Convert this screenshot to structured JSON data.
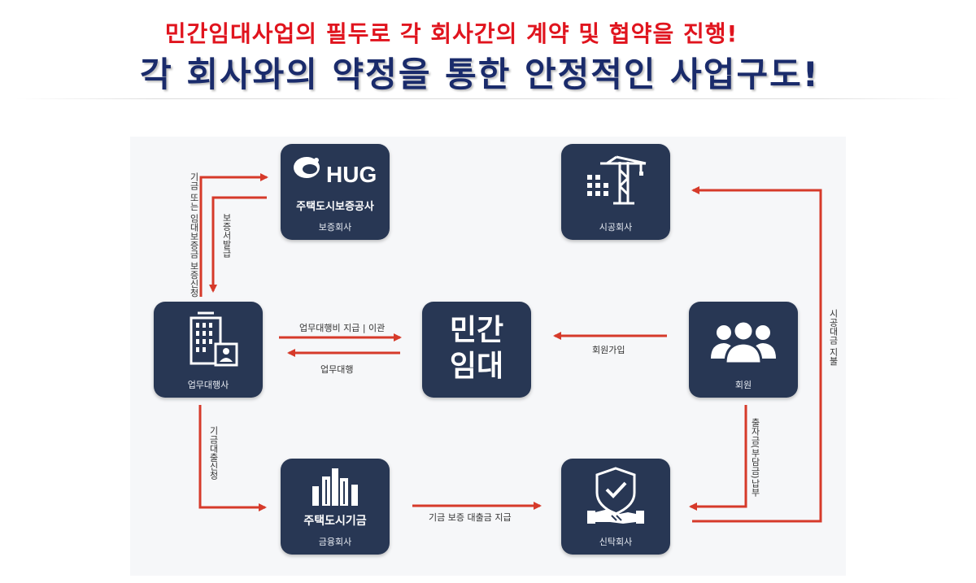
{
  "header": {
    "line1": "민간임대사업의 필두로 각 회사간의 계약 및 협약을 진행!",
    "line2": "각 회사와의 약정을 통한 안정적인 사업구도!"
  },
  "nodes": {
    "hug": {
      "logo_text": "HUG",
      "name": "주택도시보증공사",
      "caption": "보증회사"
    },
    "construction": {
      "caption": "시공회사"
    },
    "agency": {
      "caption": "업무대행사"
    },
    "center": {
      "line1": "민간",
      "line2": "임대"
    },
    "members": {
      "caption": "회원"
    },
    "fund": {
      "name": "주택도시기금",
      "caption": "금융회사"
    },
    "trust": {
      "caption": "신탁회사"
    }
  },
  "edges": {
    "guarantee_request": "기금 또는 임대보증금 보증신청",
    "guarantee_issue": "보증서발급",
    "service_fee": "업무대행비 지급 | 이관",
    "service_work": "업무대행",
    "member_join": "회원가입",
    "fund_loan_request": "기금대출신청",
    "loan_payment": "기금 보증 대출금 지급",
    "contribution": "출자금(부담금)납부",
    "construction_payment": "시공대금 지불"
  },
  "colors": {
    "box": "#283754",
    "arrow": "#d63a2a",
    "header_red": "#e0141e",
    "header_navy": "#1a2b6b"
  }
}
